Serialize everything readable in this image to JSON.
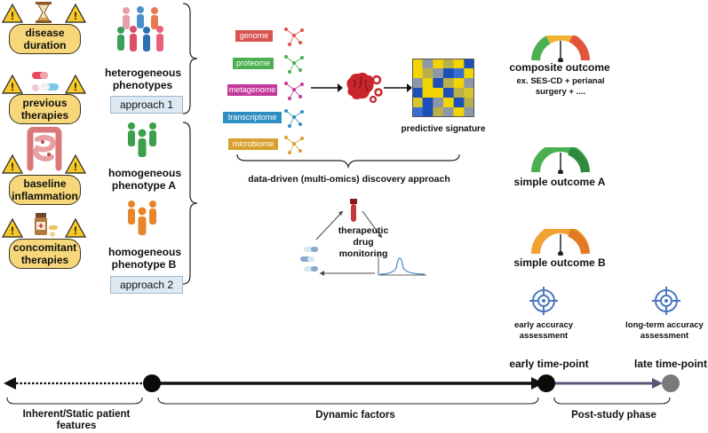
{
  "static_factors": [
    {
      "label": "disease duration",
      "icon": "hourglass-icon"
    },
    {
      "label": "previous therapies",
      "icon": "pills-icon"
    },
    {
      "label": "baseline inflammation",
      "icon": "intestine-icon"
    },
    {
      "label": "concomitant therapies",
      "icon": "medication-bottle-icon"
    }
  ],
  "phenotypes": {
    "heterogeneous": "heterogeneous phenotypes",
    "homogeneous_a": "homogeneous phenotype A",
    "homogeneous_b": "homogeneous phenotype B",
    "approach1": "approach 1",
    "approach2": "approach 2"
  },
  "omics": [
    {
      "label": "genome",
      "color": "#d9534f"
    },
    {
      "label": "proteome",
      "color": "#4caf50"
    },
    {
      "label": "metagenome",
      "color": "#c2399b"
    },
    {
      "label": "transcriptome",
      "color": "#2f8fc4"
    },
    {
      "label": "microbiome",
      "color": "#e0a020"
    }
  ],
  "discovery": {
    "signature_label": "predictive signature",
    "approach_label": "data-driven (multi-omics) discovery approach",
    "tdm_label": "therapeutic drug monitoring"
  },
  "outcomes": {
    "composite_title": "composite outcome",
    "composite_sub": "ex. SES-CD + perianal surgery + ....",
    "simple_a": "simple outcome A",
    "simple_b": "simple outcome B"
  },
  "assessments": {
    "early": "early accuracy assessment",
    "long_term": "long-term accuracy assessment"
  },
  "timeline": {
    "early_point": "early time-point",
    "late_point": "late time-point",
    "static_label": "Inherent/Static patient features",
    "dynamic_label": "Dynamic factors",
    "post_label": "Post-study phase"
  }
}
